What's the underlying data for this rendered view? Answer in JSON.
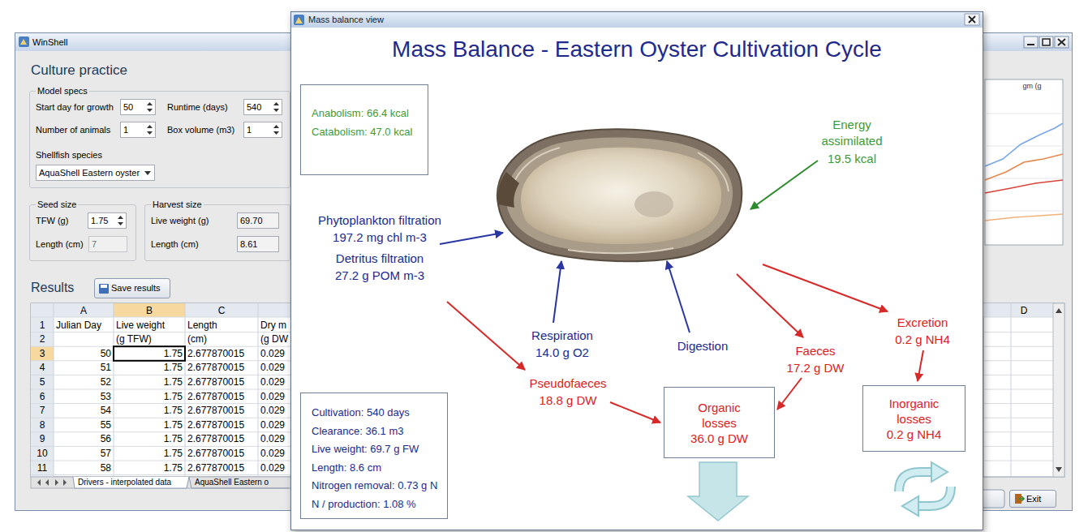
{
  "diagram": {
    "title": "Mass Balance - Eastern Oyster Cultivation Cycle",
    "nodes": [
      {
        "text": [
          "WinShell"
        ]
      },
      {
        "text": [
          "Model specs",
          "Start day for growth",
          "Runtime (days)",
          "Number of animals",
          "Box volume (m3)",
          "Shellfish species"
        ],
        "in": 0
      },
      {
        "text": [
          "50"
        ],
        "in": 1
      },
      {
        "text": [
          "540"
        ],
        "in": 1
      },
      {
        "text": [
          "1"
        ],
        "in": 1
      },
      {
        "text": [
          "1"
        ],
        "in": 1
      },
      {
        "text": [
          "AquaShell Eastern oyster"
        ],
        "in": 1
      },
      {
        "text": [
          "Seed size",
          "TFW (g)",
          "Length (cm)"
        ],
        "in": 0
      },
      {
        "text": [
          "1.75"
        ],
        "in": 7
      },
      {
        "text": [
          "7"
        ],
        "in": 7
      },
      {
        "text": [
          "Harvest size",
          "Live weight (g)",
          "Length (cm)"
        ],
        "in": 0
      },
      {
        "text": [
          "69.70"
        ],
        "in": 10
      },
      {
        "text": [
          "8.61"
        ],
        "in": 10
      },
      {
        "text": [
          "Save results"
        ],
        "in": 0
      },
      {
        "text": [
          "Exit"
        ],
        "in": 0
      },
      {
        "text": [
          "Mass balance view"
        ]
      },
      {
        "text": [
          "Anabolism: 66.4 kcal",
          "Catabolism: 47.0 kcal"
        ],
        "in": 15
      },
      {
        "text": [
          "Cultivation: 540 days",
          "Clearance: 36.1 m3",
          "Live weight: 69.7 g FW",
          "Length: 8.6 cm",
          "Nitrogen removal: 0.73 g N",
          "N / production: 1.08 %"
        ],
        "in": 15
      },
      {
        "text": [
          "Organic losses",
          "36.0 g DW"
        ],
        "in": 15
      },
      {
        "text": [
          "Inorganic losses",
          "0.2 g NH4"
        ],
        "in": 15
      }
    ],
    "labels": [
      "Culture practice",
      "Results",
      "A",
      "B",
      "C",
      "1",
      "Julian Day",
      "Live weight",
      "Length",
      "Dry m",
      "2",
      "(g TFW)",
      "(cm)",
      "(g DW",
      "3",
      "50",
      "1.75",
      "2.677870015",
      "0.029",
      "4",
      "51",
      "1.75",
      "2.677870015",
      "0.029",
      "5",
      "52",
      "1.75",
      "2.677870015",
      "0.029",
      "6",
      "53",
      "1.75",
      "2.677870015",
      "0.029",
      "7",
      "54",
      "1.75",
      "2.677870015",
      "0.029",
      "8",
      "55",
      "1.75",
      "2.677870015",
      "0.029",
      "9",
      "56",
      "1.75",
      "2.677870015",
      "0.029",
      "10",
      "57",
      "1.75",
      "2.677870015",
      "0.029",
      "11",
      "58",
      "1.75",
      "2.677870015",
      "0.029",
      "Drivers - interpolated data",
      "AquaShell Eastern o",
      "gm (g",
      "D",
      "Energy assimilated",
      "19.5 kcal",
      "Phytoplankton filtration",
      "197.2 mg chl m-3",
      "Detritus filtration",
      "27.2 g POM m-3",
      "Respiration",
      "14.0 g O2",
      "Digestion",
      "Pseudofaeces",
      "18.8 g DW",
      "Faeces",
      "17.2 g DW",
      "Excretion",
      "0.2 g NH4"
    ]
  }
}
